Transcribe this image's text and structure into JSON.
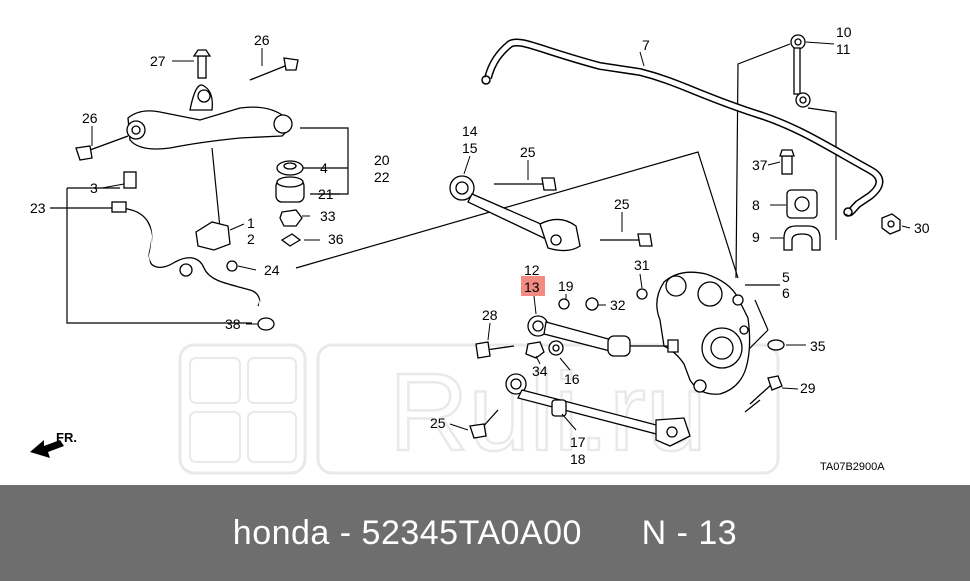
{
  "footer": {
    "brand": "honda",
    "sep1": " - ",
    "part_number": "52345TA0A00",
    "sep2": "      N - ",
    "ref": "13"
  },
  "diagram": {
    "code": "TA07B2900A",
    "front_arrow": "FR.",
    "watermark": "Ruli.ru",
    "highlight_color": "#f28b82",
    "callouts": [
      "1",
      "2",
      "3",
      "4",
      "5",
      "6",
      "7",
      "8",
      "9",
      "10",
      "11",
      "12",
      "13",
      "14",
      "15",
      "16",
      "17",
      "18",
      "19",
      "20",
      "21",
      "22",
      "23",
      "24",
      "25",
      "26",
      "27",
      "28",
      "29",
      "30",
      "31",
      "32",
      "33",
      "34",
      "35",
      "36",
      "37",
      "38"
    ],
    "highlighted_callout": "13"
  }
}
